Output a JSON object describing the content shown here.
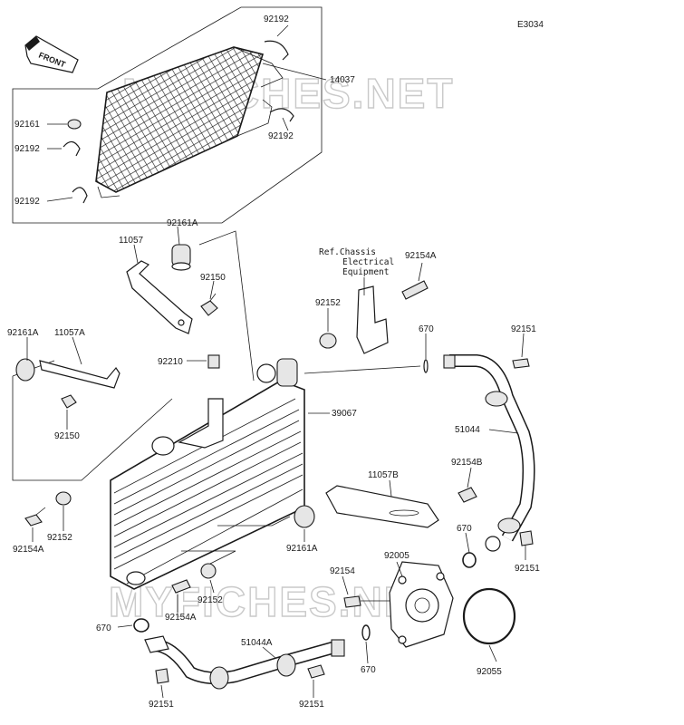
{
  "diagram_code": "E3034",
  "front_label": "FRONT",
  "watermark": "MYFICHES.NET",
  "reference_note": [
    "Ref.Chassis",
    "Electrical",
    "Equipment"
  ],
  "part_labels": {
    "p14037": "14037",
    "p92192_a": "92192",
    "p92192_b": "92192",
    "p92192_c": "92192",
    "p92192_d": "92192",
    "p92161_a": "92161",
    "p92161A_a": "92161A",
    "p92161A_b": "92161A",
    "p92161A_c": "92161A",
    "p11057": "11057",
    "p11057A": "11057A",
    "p11057B": "11057B",
    "p92150_a": "92150",
    "p92150_b": "92150",
    "p92154A_a": "92154A",
    "p92154A_b": "92154A",
    "p92154A_c": "92154A",
    "p92154B": "92154B",
    "p92154": "92154",
    "p92152_a": "92152",
    "p92152_b": "92152",
    "p92152_c": "92152",
    "p92210": "92210",
    "p39067": "39067",
    "p670_a": "670",
    "p670_b": "670",
    "p670_c": "670",
    "p670_d": "670",
    "p92151_a": "92151",
    "p92151_b": "92151",
    "p92151_c": "92151",
    "p92151_d": "92151",
    "p51044": "51044",
    "p51044A": "51044A",
    "p92005": "92005",
    "p92055": "92055"
  }
}
